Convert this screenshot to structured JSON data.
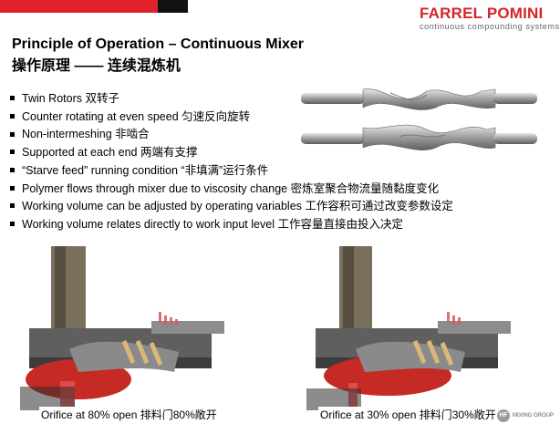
{
  "brand": {
    "name": "FARREL POMINI",
    "tagline": "continuous compounding systems"
  },
  "title": {
    "en": "Principle of Operation – Continuous Mixer",
    "cn": "操作原理 —— 连续混炼机"
  },
  "bullets": [
    "Twin Rotors 双转子",
    "Counter rotating at even speed 匀速反向旋转",
    "Non-intermeshing 非啮合",
    "Supported at each end 两端有支撑",
    "“Starve feed” running condition “非填满”运行条件",
    "Polymer flows through mixer due to viscosity change 密炼室聚合物流量随黏度变化",
    "Working volume can be adjusted by operating variables 工作容积可通过改变参数设定",
    "Working volume relates directly to work input level 工作容量直接由投入决定"
  ],
  "captions": {
    "left": "Orifice at 80% open 排料门80%敞开",
    "right": "Orifice at 30% open 排料门30%敞开"
  },
  "footer": {
    "logo_text": "MIXING GROUP"
  },
  "colors": {
    "brand_red": "#e0222b",
    "polymer_red": "#d42a2a"
  }
}
